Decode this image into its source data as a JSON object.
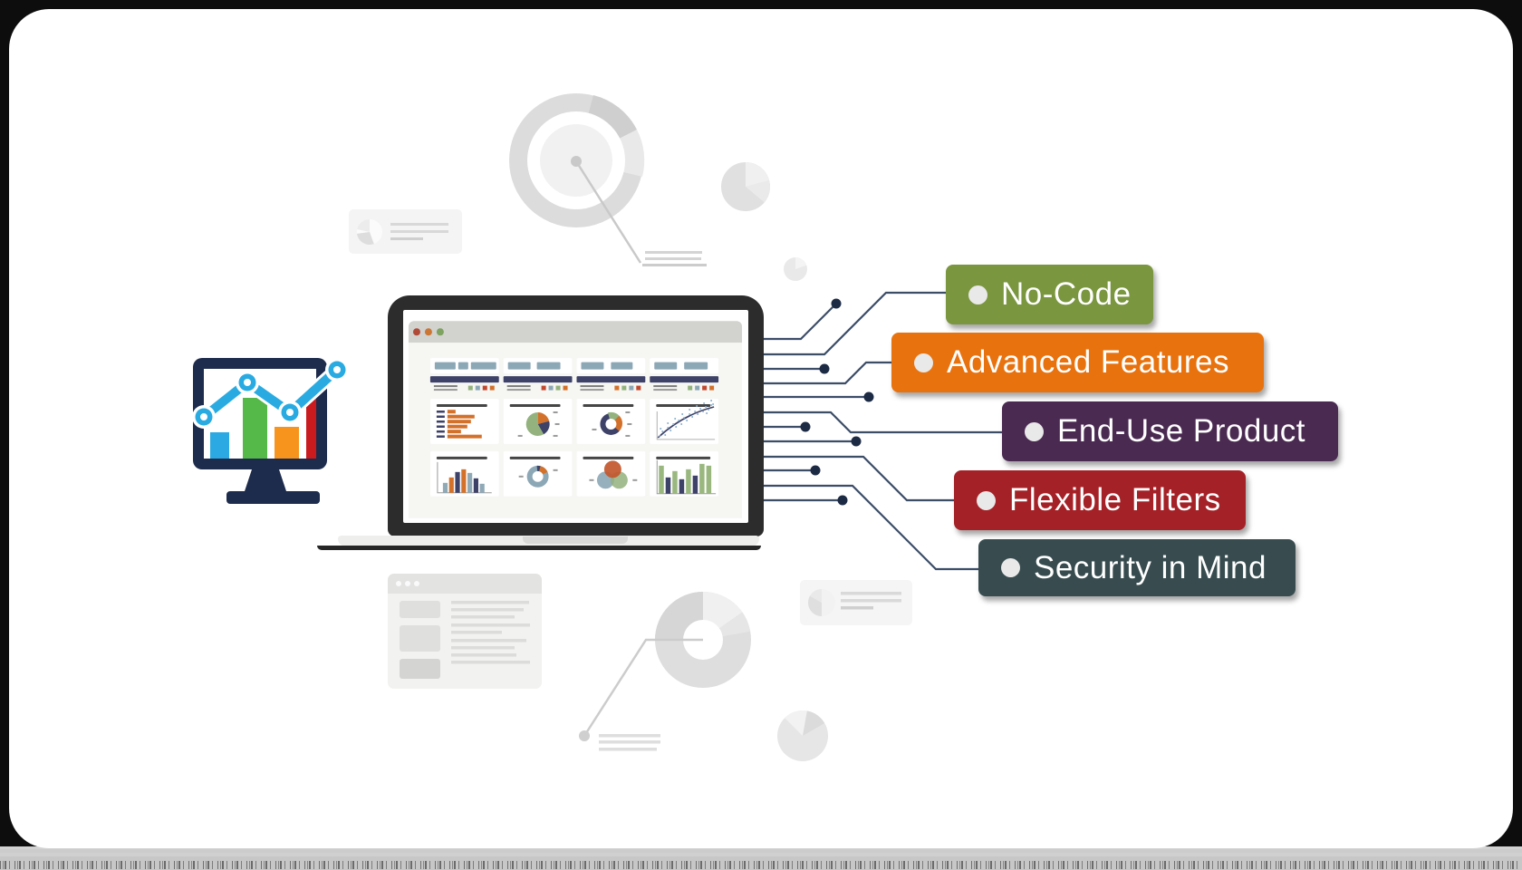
{
  "illustration": {
    "description_names": [
      "analytics-monitor-icon",
      "laptop-dashboard-illustration",
      "circuit-traces",
      "feature-badges",
      "gray-chart-decorations",
      "footer-microtext-strip"
    ]
  },
  "feature_badges": [
    {
      "label": "No-Code",
      "color": "#7a963f"
    },
    {
      "label": "Advanced Features",
      "color": "#e8720e"
    },
    {
      "label": "End-Use Product",
      "color": "#4b2a52"
    },
    {
      "label": "Flexible Filters",
      "color": "#a42127"
    },
    {
      "label": "Security in Mind",
      "color": "#384c50"
    }
  ],
  "colors": {
    "page_background": "#0d0d0d",
    "panel_background": "#ffffff",
    "circuit_line": "#3c4d68",
    "circuit_dot": "#1c2a44",
    "laptop_bezel": "#2c2c2c",
    "browser_header": "#d2d2cf",
    "dashboard_navy": "#3e4168",
    "dashboard_orange": "#d3712b",
    "dashboard_green": "#93b27e",
    "dashboard_bluegray": "#8ca7b6",
    "dashboard_red": "#c0492f",
    "monitor_frame": "#1d2b4c",
    "monitor_bar_blue": "#2ba9e2",
    "monitor_bar_green": "#54b948",
    "monitor_bar_orange": "#f7941e",
    "monitor_bar_red": "#cb1b1e",
    "monitor_line_blue": "#29abe2",
    "decoration_gray": "#dedede"
  }
}
